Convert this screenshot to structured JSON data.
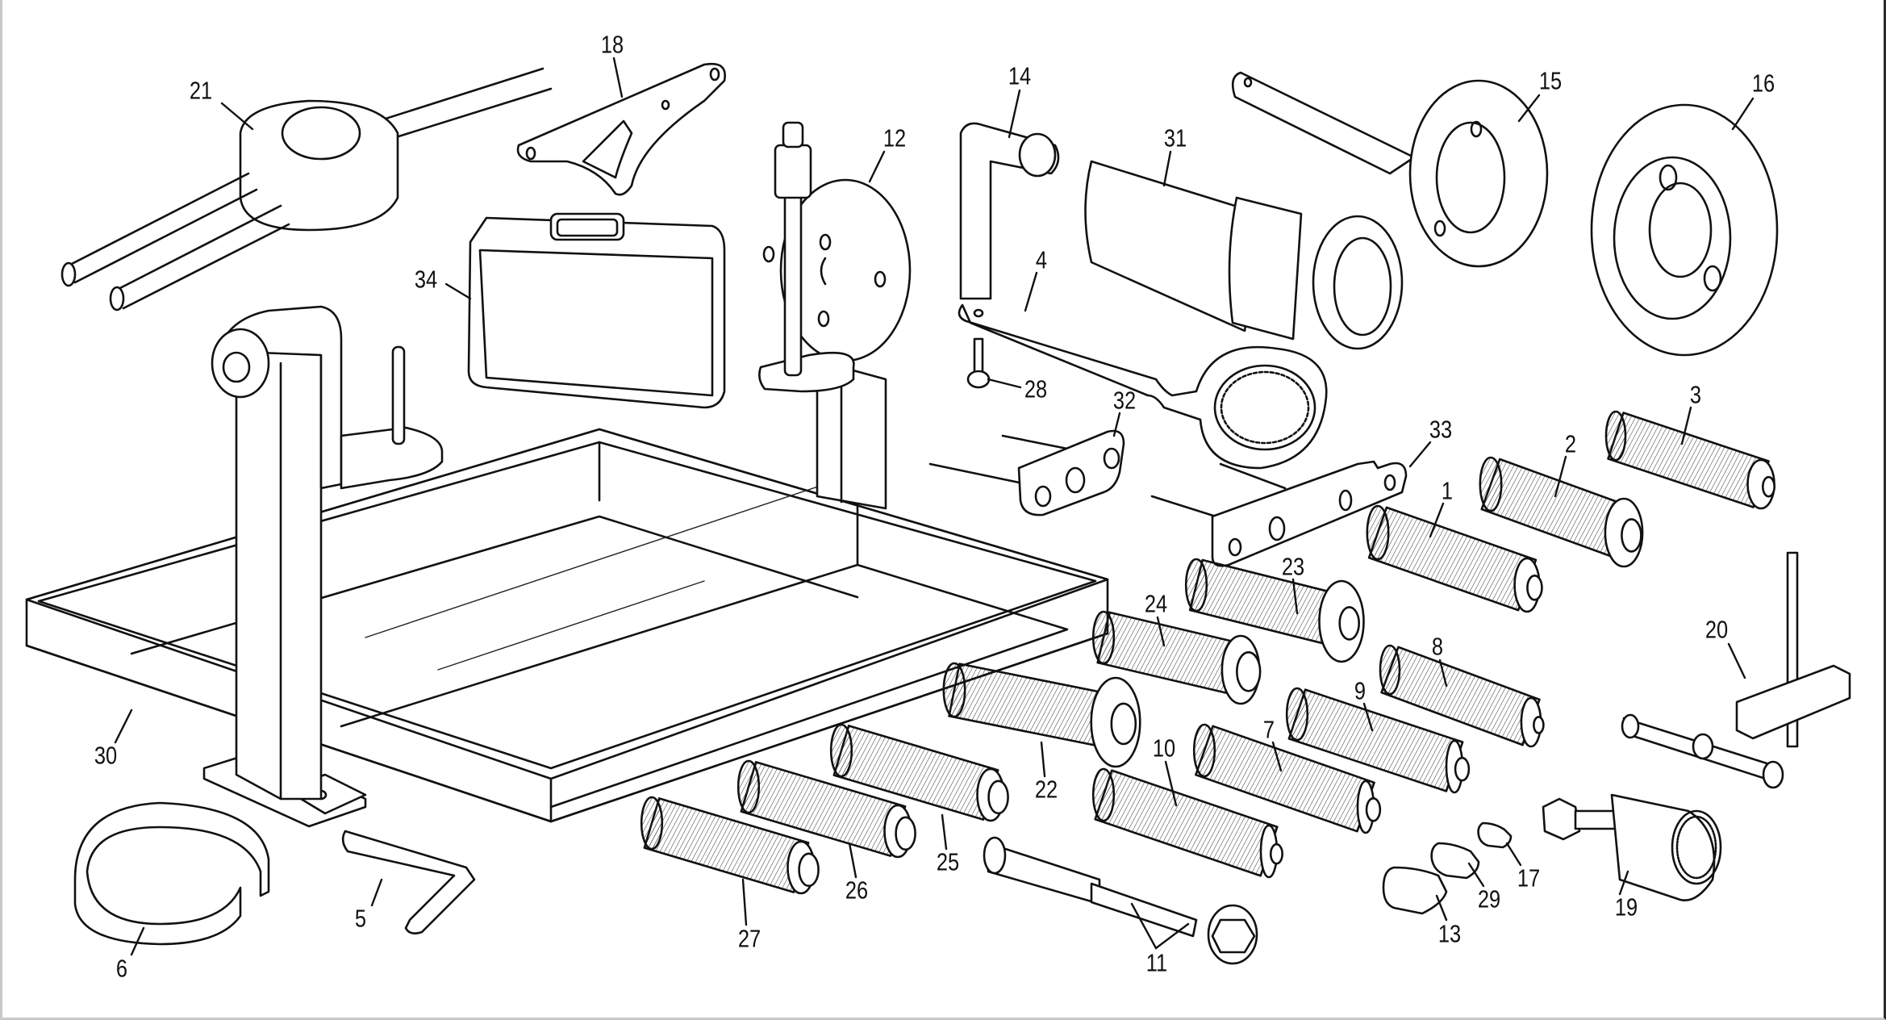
{
  "diagram": {
    "title": "Special tools exploded view",
    "background_color": "#ffffff",
    "line_color": "#111111",
    "parts": [
      {
        "id": "1",
        "label": "1",
        "kind": "knurled-drift"
      },
      {
        "id": "2",
        "label": "2",
        "kind": "knurled-drift-flanged"
      },
      {
        "id": "3",
        "label": "3",
        "kind": "knurled-drift"
      },
      {
        "id": "4",
        "label": "4",
        "kind": "toothed-ring-wrench"
      },
      {
        "id": "5",
        "label": "5",
        "kind": "hook-tool"
      },
      {
        "id": "6",
        "label": "6",
        "kind": "split-ring"
      },
      {
        "id": "7",
        "label": "7",
        "kind": "knurled-drift-stepped"
      },
      {
        "id": "8",
        "label": "8",
        "kind": "knurled-drift"
      },
      {
        "id": "9",
        "label": "9",
        "kind": "knurled-drift-stepped"
      },
      {
        "id": "10",
        "label": "10",
        "kind": "knurled-drift-stepped"
      },
      {
        "id": "11",
        "label": "11",
        "kind": "pin-and-nut"
      },
      {
        "id": "12",
        "label": "12",
        "kind": "flange-plate-with-pin"
      },
      {
        "id": "13",
        "label": "13",
        "kind": "bullet-cap-large"
      },
      {
        "id": "14",
        "label": "14",
        "kind": "l-shaped-key"
      },
      {
        "id": "15",
        "label": "15",
        "kind": "flywheel-holder-with-handle"
      },
      {
        "id": "16",
        "label": "16",
        "kind": "flywheel-puller-disc"
      },
      {
        "id": "17",
        "label": "17",
        "kind": "bullet-cap-small"
      },
      {
        "id": "18",
        "label": "18",
        "kind": "holding-bracket"
      },
      {
        "id": "19",
        "label": "19",
        "kind": "threaded-puller"
      },
      {
        "id": "20",
        "label": "20",
        "kind": "clamp-with-t-bar"
      },
      {
        "id": "21",
        "label": "21",
        "kind": "ring-wrench-with-bars"
      },
      {
        "id": "22",
        "label": "22",
        "kind": "knurled-drift-large-flange"
      },
      {
        "id": "23",
        "label": "23",
        "kind": "knurled-drift-large-flange"
      },
      {
        "id": "24",
        "label": "24",
        "kind": "knurled-drift-flanged"
      },
      {
        "id": "25",
        "label": "25",
        "kind": "knurled-drift-flanged"
      },
      {
        "id": "26",
        "label": "26",
        "kind": "knurled-drift-flanged"
      },
      {
        "id": "27",
        "label": "27",
        "kind": "knurled-drift-flanged"
      },
      {
        "id": "28",
        "label": "28",
        "kind": "screw"
      },
      {
        "id": "29",
        "label": "29",
        "kind": "bullet-cap-medium"
      },
      {
        "id": "30",
        "label": "30",
        "kind": "engine-stand-with-tray"
      },
      {
        "id": "31",
        "label": "31",
        "kind": "sleeve-installer"
      },
      {
        "id": "32",
        "label": "32",
        "kind": "plate-with-studs"
      },
      {
        "id": "33",
        "label": "33",
        "kind": "locking-bar"
      },
      {
        "id": "34",
        "label": "34",
        "kind": "carry-case"
      }
    ]
  }
}
